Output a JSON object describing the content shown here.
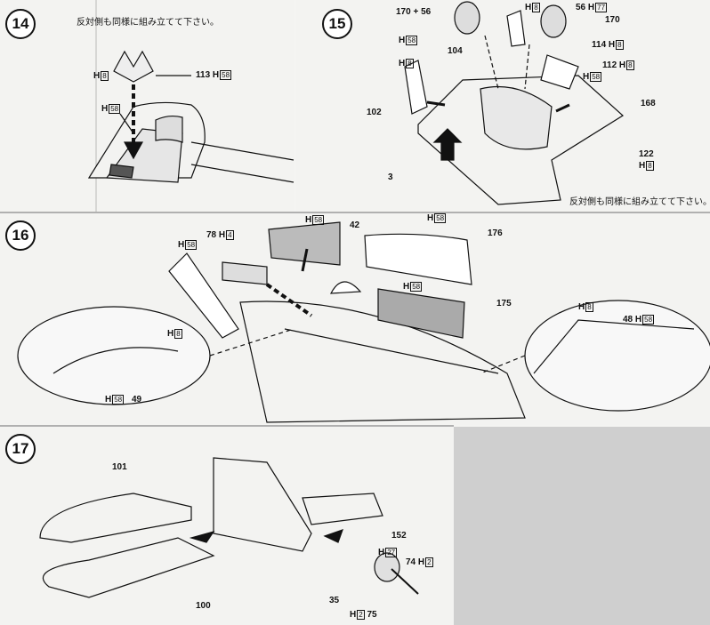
{
  "steps": {
    "s14": "14",
    "s15": "15",
    "s16": "16",
    "s17": "17"
  },
  "notes": {
    "both_sides_14": "反対側も同様に組み立てて下さい。",
    "both_sides_15": "反対側も同様に組み立てて下さい。"
  },
  "part_labels": {
    "p113": "113",
    "p170_56": "170 + 56",
    "p56": "56",
    "p170": "170",
    "p104": "104",
    "p114": "114",
    "p112": "112",
    "p102": "102",
    "p168": "168",
    "p122": "122",
    "p3": "3",
    "p78": "78",
    "p42": "42",
    "p176": "176",
    "p175": "175",
    "p48": "48",
    "p49": "49",
    "p101": "101",
    "p100": "100",
    "p152": "152",
    "p74": "74",
    "p35": "35",
    "p75": "75"
  },
  "paint_codes": {
    "h": "H",
    "c8": "8",
    "c58": "58",
    "c77": "77",
    "c4": "4",
    "c27": "27",
    "c2": "2"
  },
  "colors": {
    "line": "#111111",
    "panel_bg": "#f3f3f1",
    "gray_block": "#cfcfcf"
  }
}
